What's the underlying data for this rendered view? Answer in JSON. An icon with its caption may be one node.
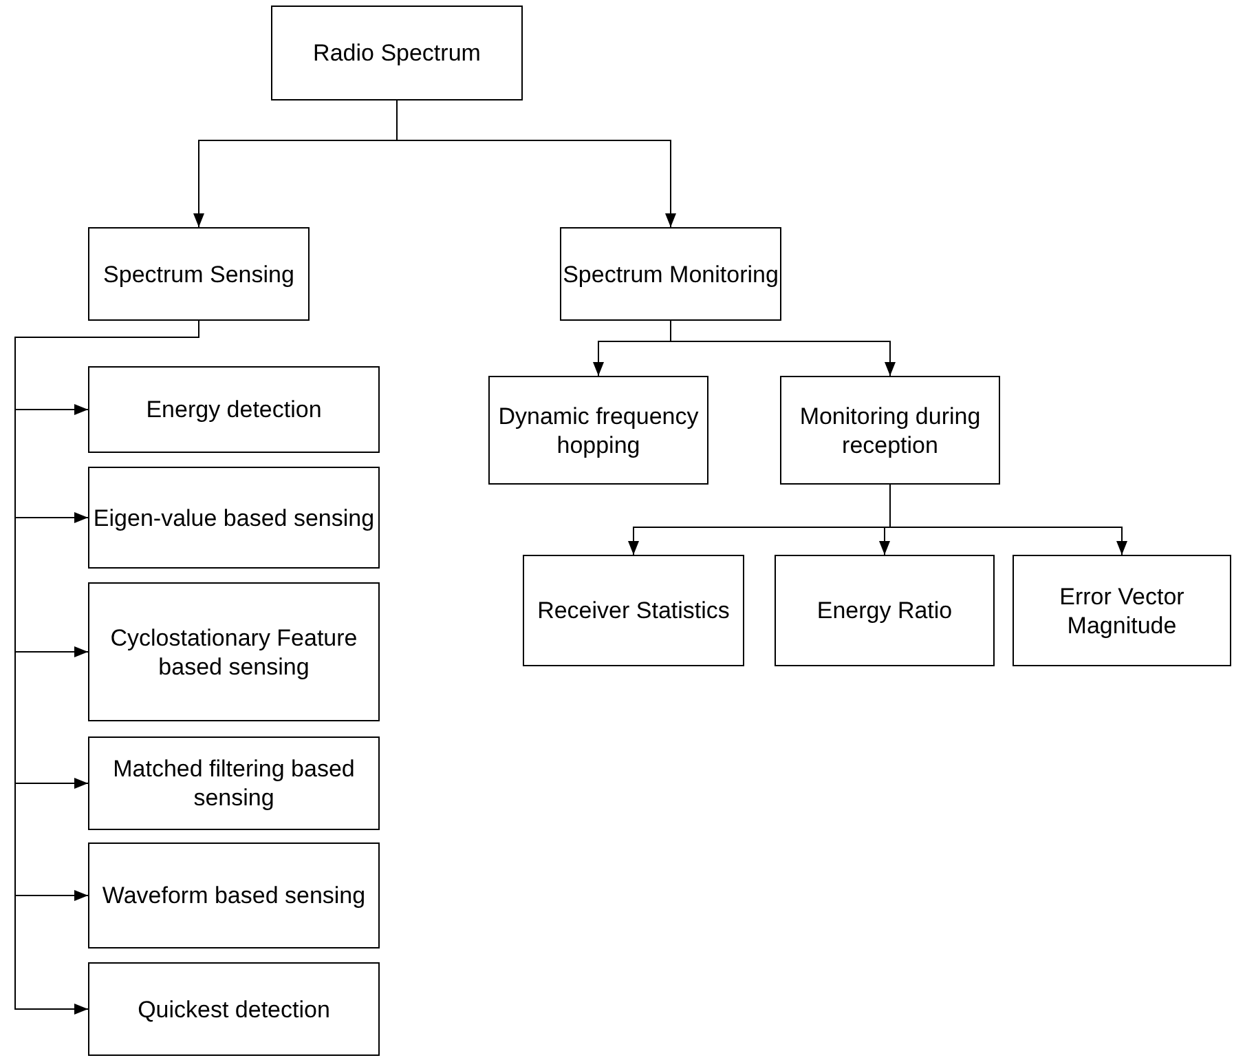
{
  "diagram": {
    "nodes": [
      {
        "text": [
          "Radio Spectrum"
        ]
      },
      {
        "text": [
          "Spectrum Sensing"
        ]
      },
      {
        "text": [
          "Spectrum Monitoring"
        ]
      },
      {
        "text": [
          "Energy detection"
        ]
      },
      {
        "text": [
          "Eigen-value based sensing"
        ]
      },
      {
        "text": [
          "Cyclostationary Feature based sensing"
        ]
      },
      {
        "text": [
          "Matched filtering based sensing"
        ]
      },
      {
        "text": [
          "Waveform based sensing"
        ]
      },
      {
        "text": [
          "Quickest detection"
        ]
      },
      {
        "text": [
          "Dynamic frequency hopping"
        ]
      },
      {
        "text": [
          "Monitoring during reception"
        ]
      },
      {
        "text": [
          "Receiver Statistics"
        ]
      },
      {
        "text": [
          "Energy Ratio"
        ]
      },
      {
        "text": [
          "Error Vector Magnitude"
        ]
      }
    ],
    "edges": [
      {
        "from": 0,
        "to": 1,
        "arrow": "to"
      },
      {
        "from": 0,
        "to": 2,
        "arrow": "to"
      },
      {
        "from": 1,
        "to": 3,
        "arrow": "to"
      },
      {
        "from": 1,
        "to": 4,
        "arrow": "to"
      },
      {
        "from": 1,
        "to": 5,
        "arrow": "to"
      },
      {
        "from": 1,
        "to": 6,
        "arrow": "to"
      },
      {
        "from": 1,
        "to": 7,
        "arrow": "to"
      },
      {
        "from": 1,
        "to": 8,
        "arrow": "to"
      },
      {
        "from": 2,
        "to": 9,
        "arrow": "to"
      },
      {
        "from": 2,
        "to": 10,
        "arrow": "to"
      },
      {
        "from": 10,
        "to": 11,
        "arrow": "to"
      },
      {
        "from": 10,
        "to": 12,
        "arrow": "to"
      },
      {
        "from": 10,
        "to": 13,
        "arrow": "to"
      }
    ]
  }
}
